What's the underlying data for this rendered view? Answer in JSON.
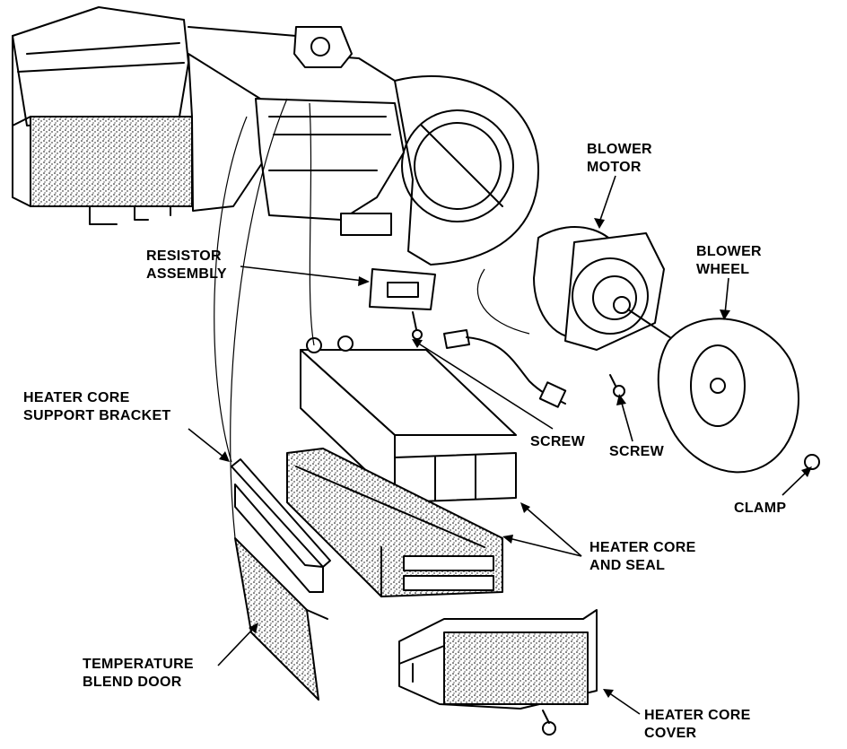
{
  "labels": {
    "blower_motor": [
      "BLOWER",
      "MOTOR"
    ],
    "blower_wheel": [
      "BLOWER",
      "WHEEL"
    ],
    "resistor_assembly": [
      "RESISTOR",
      "ASSEMBLY"
    ],
    "heater_core_support_bracket": [
      "HEATER CORE",
      "SUPPORT BRACKET"
    ],
    "screw_left": "SCREW",
    "screw_right": "SCREW",
    "clamp": "CLAMP",
    "heater_core_and_seal": [
      "HEATER CORE",
      "AND SEAL"
    ],
    "temperature_blend_door": [
      "TEMPERATURE",
      "BLEND DOOR"
    ],
    "heater_core_cover": [
      "HEATER CORE",
      "COVER"
    ]
  }
}
